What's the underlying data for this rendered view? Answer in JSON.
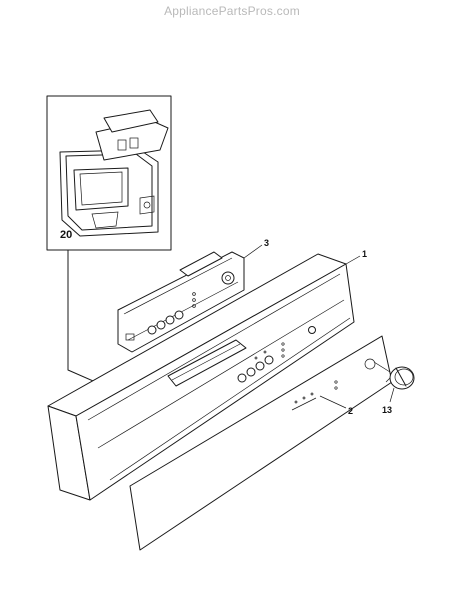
{
  "watermark": "AppliancePartsPros.com",
  "callouts": {
    "inset": "20",
    "p1": "1",
    "p2": "2",
    "p3": "3",
    "p13": "13"
  }
}
